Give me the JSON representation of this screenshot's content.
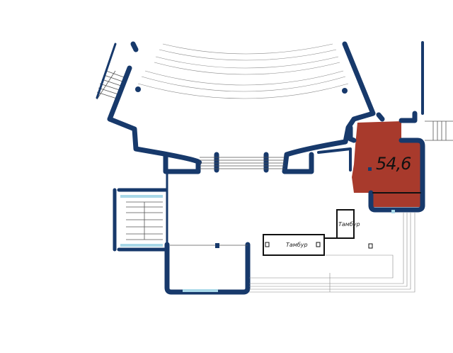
{
  "plan": {
    "highlighted_unit": {
      "area": "54,6",
      "fill_color": "#a83a2c"
    },
    "rooms": [
      {
        "label": "Тамбур"
      },
      {
        "label": "Тамбур"
      }
    ],
    "colors": {
      "wall": "#17396b",
      "glass": "#a8d8e8"
    }
  }
}
